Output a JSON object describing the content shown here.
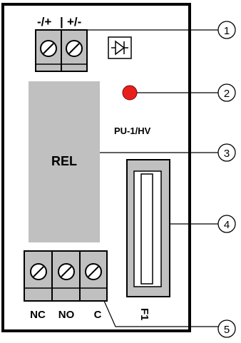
{
  "terminals_top": {
    "left_label": "-/+",
    "separator": "|",
    "right_label": "+/-"
  },
  "board_label": "PU-1/HV",
  "relay_label": "REL",
  "fuse_label": "F1",
  "terminals_bottom": {
    "labels": [
      "NC",
      "NO",
      "C"
    ]
  },
  "callouts": [
    "1",
    "2",
    "3",
    "4",
    "5"
  ],
  "colors": {
    "board_outline": "#000000",
    "component_fill": "#c0c0c0",
    "led": "#e8201c",
    "background": "#ffffff"
  },
  "icons": {
    "diode": "diode-symbol-icon",
    "screw": "screw-terminal-icon"
  }
}
